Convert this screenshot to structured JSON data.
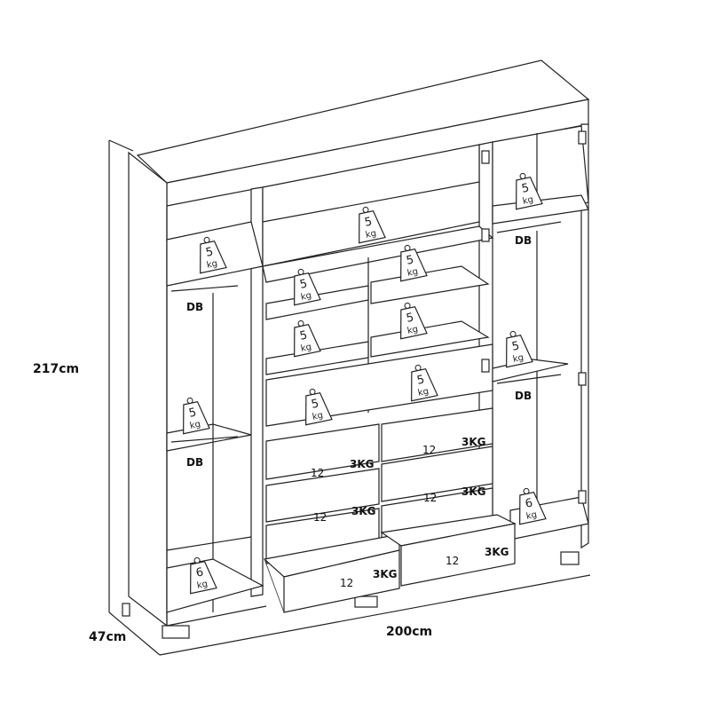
{
  "dimensions": {
    "height": "217cm",
    "width": "200cm",
    "depth": "47cm"
  },
  "rail_label": "DB",
  "drawers": [
    {
      "number": "12",
      "load": "3KG"
    },
    {
      "number": "12",
      "load": "3KG"
    },
    {
      "number": "12",
      "load": "3KG"
    },
    {
      "number": "12",
      "load": "3KG"
    },
    {
      "number": "12",
      "load": "3KG"
    },
    {
      "number": "12",
      "load": "3KG"
    }
  ],
  "weights": [
    {
      "top": "5",
      "bottom": "kg"
    },
    {
      "top": "5",
      "bottom": "kg"
    },
    {
      "top": "5",
      "bottom": "kg"
    },
    {
      "top": "5",
      "bottom": "kg"
    },
    {
      "top": "5",
      "bottom": "kg"
    },
    {
      "top": "5",
      "bottom": "kg"
    },
    {
      "top": "5",
      "bottom": "kg"
    },
    {
      "top": "5",
      "bottom": "kg"
    },
    {
      "top": "5",
      "bottom": "kg"
    },
    {
      "top": "5",
      "bottom": "kg"
    },
    {
      "top": "5",
      "bottom": "kg"
    },
    {
      "top": "6",
      "bottom": "kg"
    },
    {
      "top": "6",
      "bottom": "kg"
    }
  ]
}
